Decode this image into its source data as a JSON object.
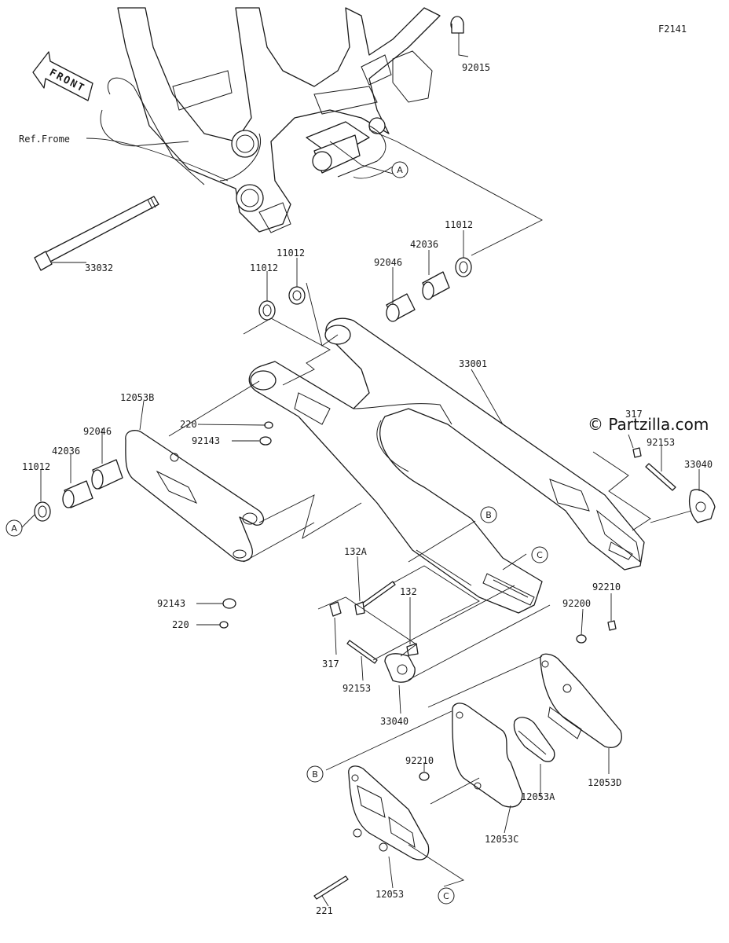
{
  "figure_code": "F2141",
  "watermark": "© Partzilla.com",
  "direction_label": "FRONT",
  "frame_note": "Ref.Frome",
  "reference_markers": [
    "A",
    "A",
    "B",
    "B",
    "C",
    "C"
  ],
  "part_labels": [
    "92015",
    "33032",
    "11012",
    "11012",
    "11012",
    "42036",
    "92046",
    "33001",
    "12053B",
    "220",
    "92143",
    "92046",
    "42036",
    "11012",
    "317",
    "92153",
    "33040",
    "132A",
    "132",
    "92143",
    "220",
    "92210",
    "92200",
    "317",
    "92153",
    "33040",
    "92210",
    "12053A",
    "12053D",
    "12053C",
    "221",
    "12053"
  ]
}
